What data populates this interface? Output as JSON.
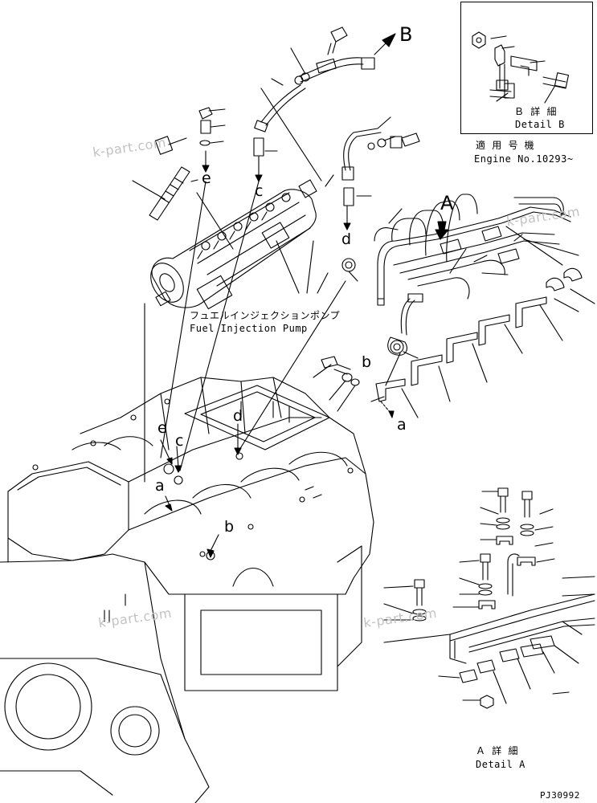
{
  "detail_b": {
    "title_jp": "Ｂ 詳 細",
    "title_en": "Detail B"
  },
  "applicability": {
    "label_jp": "適 用 号 機",
    "label_en": "Engine No.10293~"
  },
  "pump": {
    "name_jp": "フュエルインジェクションポンプ",
    "name_en": "Fuel Injection Pump"
  },
  "detail_a": {
    "title_jp": "Ａ 詳 細",
    "title_en": "Detail A"
  },
  "view_markers": {
    "a": "A",
    "b": "B"
  },
  "callouts": {
    "a_upper": "a",
    "b_upper": "b",
    "c_upper": "c",
    "d_upper": "d",
    "e_upper": "e",
    "a_engine": "a",
    "b_engine": "b",
    "c_engine": "c",
    "d_engine": "d",
    "e_engine": "e"
  },
  "watermark": "k-part.com",
  "drawing_number": "PJ30992"
}
